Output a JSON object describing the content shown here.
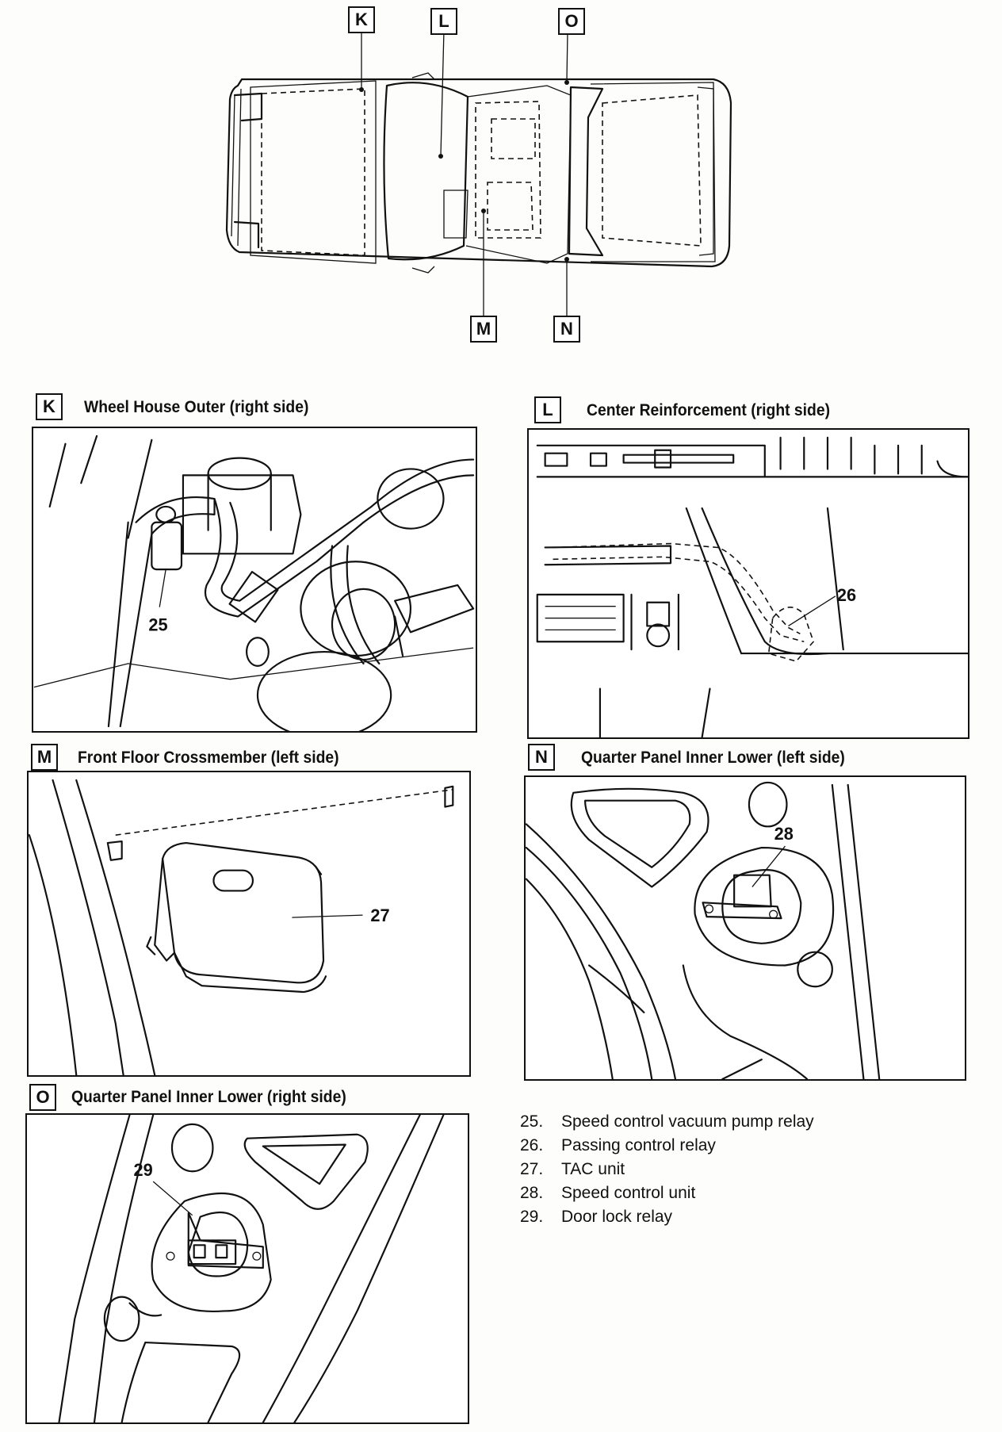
{
  "overview": {
    "markers": [
      {
        "id": "K",
        "label": "K"
      },
      {
        "id": "L",
        "label": "L"
      },
      {
        "id": "O",
        "label": "O"
      },
      {
        "id": "M",
        "label": "M"
      },
      {
        "id": "N",
        "label": "N"
      }
    ]
  },
  "views": [
    {
      "key": "K",
      "title": "Wheel House Outer (right side)",
      "callout": "25"
    },
    {
      "key": "L",
      "title": "Center Reinforcement (right side)",
      "callout": "26"
    },
    {
      "key": "M",
      "title": "Front Floor Crossmember (left side)",
      "callout": "27"
    },
    {
      "key": "N",
      "title": "Quarter Panel Inner Lower (left side)",
      "callout": "28"
    },
    {
      "key": "O",
      "title": "Quarter Panel Inner Lower (right side)",
      "callout": "29"
    }
  ],
  "legend": [
    {
      "num": "25.",
      "text": "Speed control vacuum pump relay"
    },
    {
      "num": "26.",
      "text": "Passing control relay"
    },
    {
      "num": "27.",
      "text": "TAC unit"
    },
    {
      "num": "28.",
      "text": "Speed control unit"
    },
    {
      "num": "29.",
      "text": "Door lock relay"
    }
  ]
}
